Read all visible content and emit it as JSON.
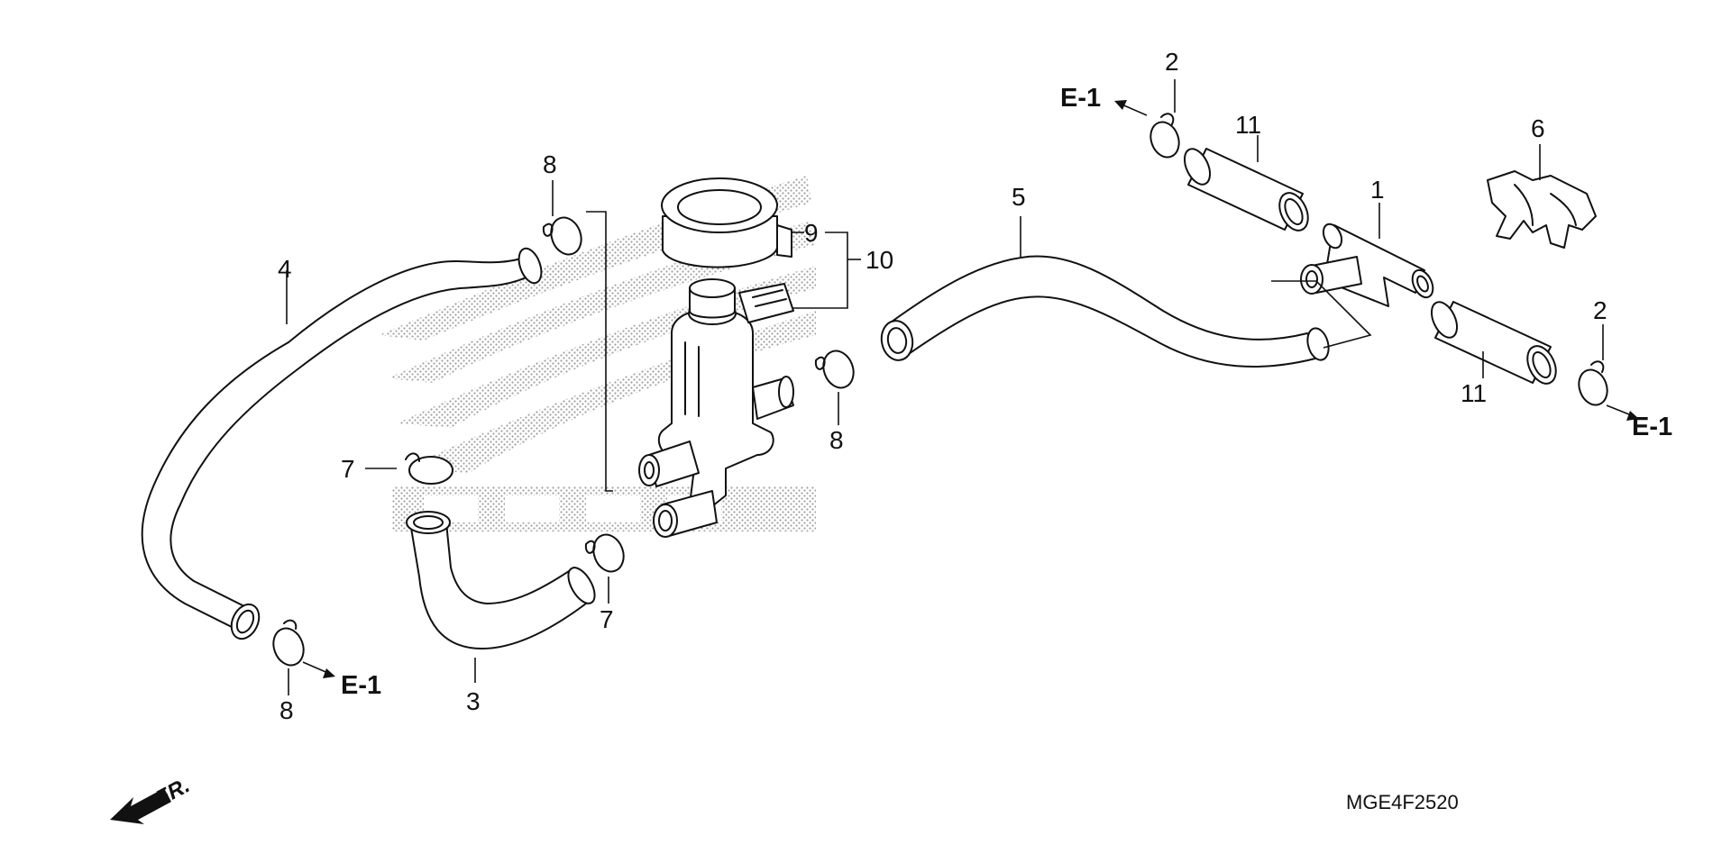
{
  "parts": [
    {
      "id": "p1",
      "number": "1"
    },
    {
      "id": "p2a",
      "number": "2"
    },
    {
      "id": "p2b",
      "number": "2"
    },
    {
      "id": "p3",
      "number": "3"
    },
    {
      "id": "p4",
      "number": "4"
    },
    {
      "id": "p5",
      "number": "5"
    },
    {
      "id": "p6",
      "number": "6"
    },
    {
      "id": "p7a",
      "number": "7"
    },
    {
      "id": "p7b",
      "number": "7"
    },
    {
      "id": "p8a",
      "number": "8"
    },
    {
      "id": "p8b",
      "number": "8"
    },
    {
      "id": "p8c",
      "number": "8"
    },
    {
      "id": "p9",
      "number": "9"
    },
    {
      "id": "p10",
      "number": "10"
    },
    {
      "id": "p11a",
      "number": "11"
    },
    {
      "id": "p11b",
      "number": "11"
    }
  ],
  "references": {
    "top": "E-1",
    "right": "E-1",
    "bottom": "E-1"
  },
  "front_marker": "FR.",
  "diagram_code": "MGE4F2520",
  "colors": {
    "ink": "#111111",
    "background": "#ffffff",
    "watermark": "#8a8a8a"
  }
}
